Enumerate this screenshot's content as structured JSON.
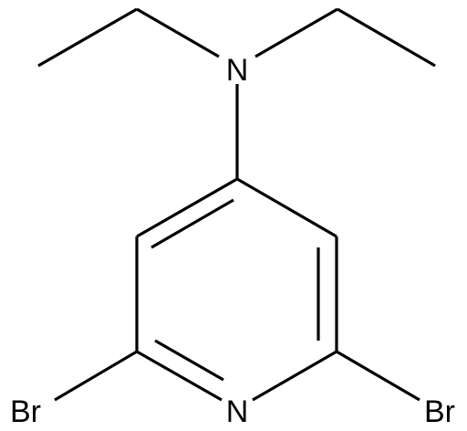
{
  "molecule": {
    "atoms": {
      "nitrogen_amine": "N",
      "nitrogen_ring": "N",
      "bromine_left": "Br",
      "bromine_right": "Br"
    }
  },
  "colors": {
    "bond": "#000000",
    "label": "#000000",
    "background": "#ffffff"
  }
}
